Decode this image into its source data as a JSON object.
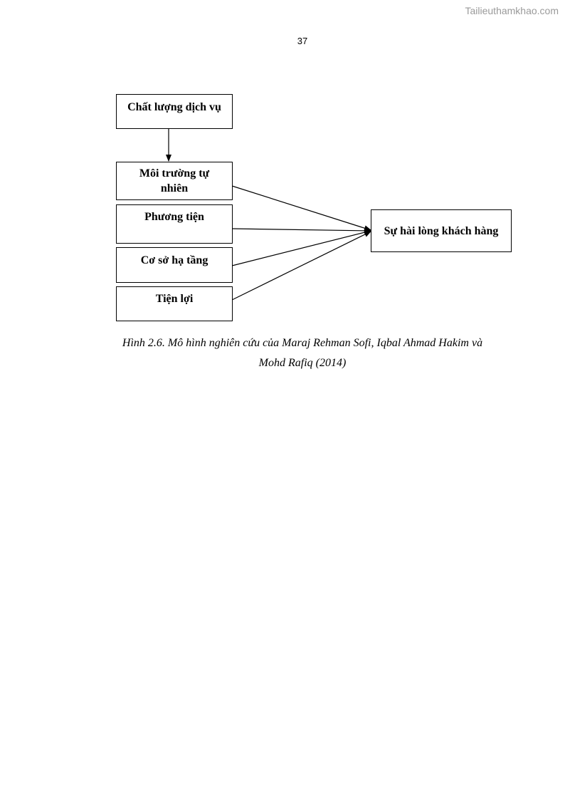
{
  "watermark": "Tailieuthamkhao.com",
  "page_number": "37",
  "diagram": {
    "nodes": {
      "service_quality": "Chất lượng dịch vụ",
      "natural_environment": "Môi trường tự nhiên",
      "transport": "Phương tiện",
      "infrastructure": "Cơ sở hạ tầng",
      "convenience": "Tiện lợi",
      "customer_satisfaction": "Sự hài lòng khách hàng"
    },
    "edges": [
      {
        "from": "service_quality",
        "to": "natural_environment"
      },
      {
        "from": "natural_environment",
        "to": "customer_satisfaction"
      },
      {
        "from": "transport",
        "to": "customer_satisfaction"
      },
      {
        "from": "infrastructure",
        "to": "customer_satisfaction"
      },
      {
        "from": "convenience",
        "to": "customer_satisfaction"
      }
    ]
  },
  "caption": {
    "line1": "Hình 2.6. Mô hình nghiên cứu của Maraj Rehman Sofi, Iqbal Ahmad Hakim và",
    "line2": "Mohd Rafiq (2014)"
  }
}
